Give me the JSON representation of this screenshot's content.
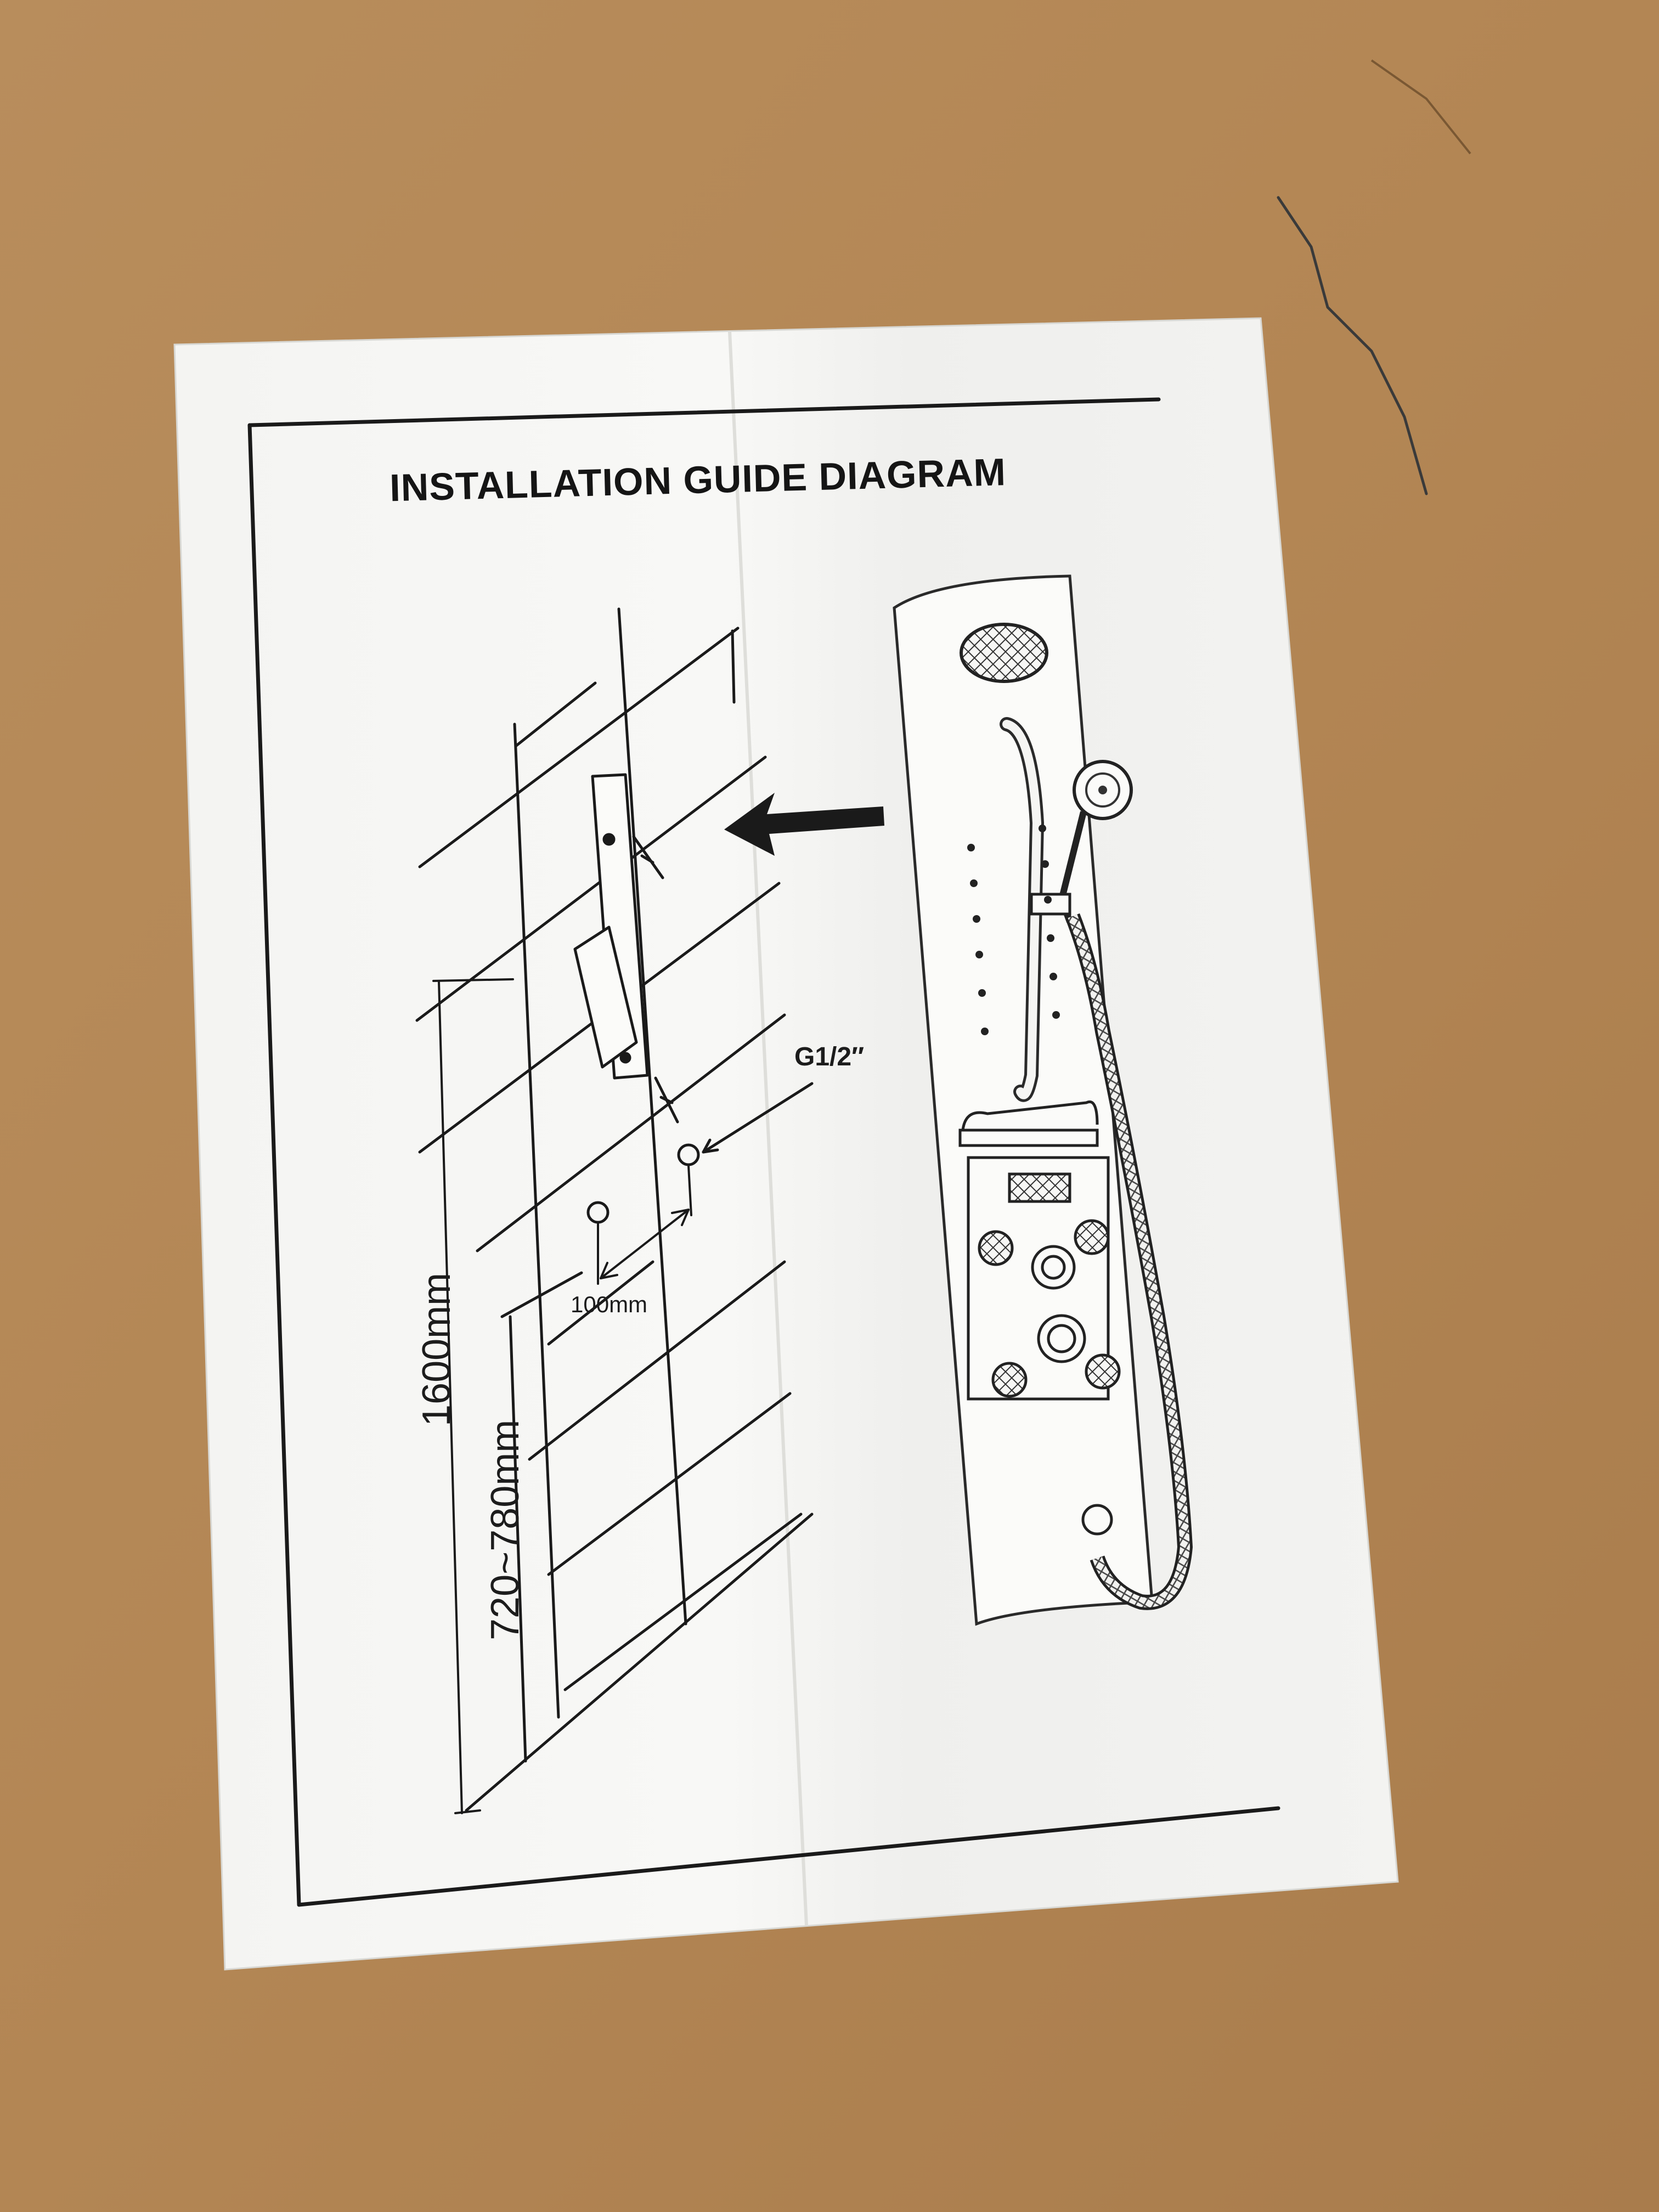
{
  "title": "INSTALLATION GUIDE DIAGRAM",
  "labels": {
    "thread_size": "G1/2″",
    "spacing": "100mm",
    "overall_height": "1600mm",
    "valve_height": "720~780mm"
  },
  "colors": {
    "cardboard": "#b58a59",
    "paper": "#f6f6f4",
    "ink": "#1a1a1a"
  },
  "icons": [
    "left-arrow-icon",
    "shower-panel-illustration"
  ]
}
